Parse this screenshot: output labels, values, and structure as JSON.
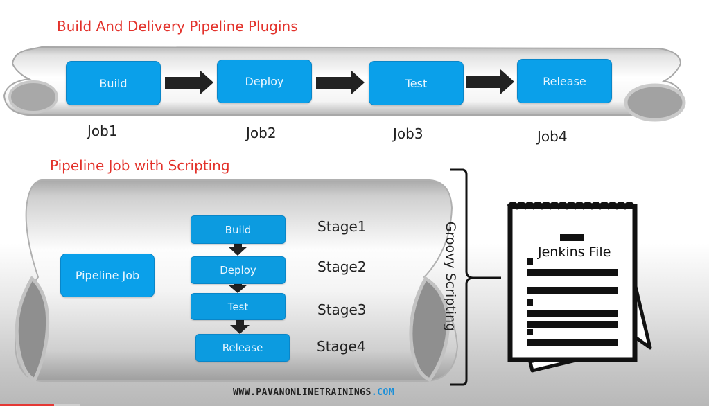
{
  "section1": {
    "title": "Build And Delivery Pipeline Plugins",
    "jobs": [
      {
        "box": "Build",
        "label": "Job1"
      },
      {
        "box": "Deploy",
        "label": "Job2"
      },
      {
        "box": "Test",
        "label": "Job3"
      },
      {
        "box": "Release",
        "label": "Job4"
      }
    ]
  },
  "section2": {
    "title": "Pipeline Job with Scripting",
    "pipeline_job": "Pipeline Job",
    "stages": [
      {
        "box": "Build",
        "label": "Stage1"
      },
      {
        "box": "Deploy",
        "label": "Stage2"
      },
      {
        "box": "Test",
        "label": "Stage3"
      },
      {
        "box": "Release",
        "label": "Stage4"
      }
    ],
    "bracket_label": "Groovy Scripting",
    "document_label": "Jenkins File"
  },
  "watermark": {
    "main": "WWW.PAVANONLINETRAININGS",
    "tld": ".COM"
  },
  "video_progress": {
    "played_fraction": 0.076,
    "buffered_fraction": 0.112
  },
  "colors": {
    "title_red": "#e3322b",
    "box_blue": "#0aa0ea",
    "arrow_black": "#222222",
    "progress_red": "#e53935"
  }
}
